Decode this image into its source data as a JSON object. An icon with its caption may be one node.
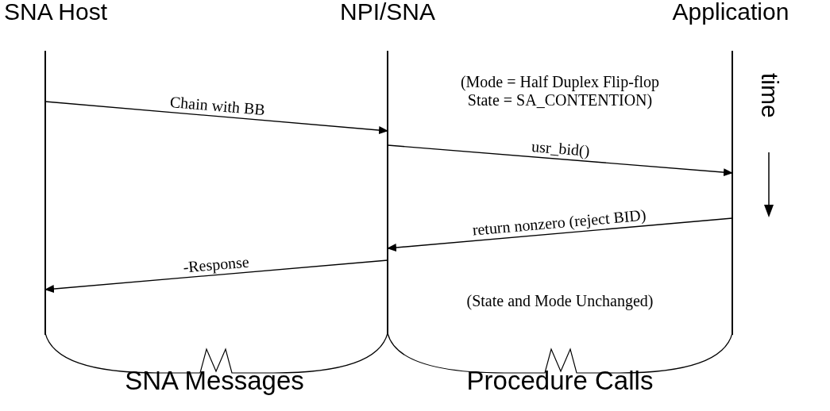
{
  "diagram": {
    "nodes": [
      {
        "text": [
          "SNA Host"
        ]
      },
      {
        "text": [
          "NPI/SNA"
        ]
      },
      {
        "text": [
          "Application"
        ]
      }
    ],
    "edges": [
      {
        "from": 0,
        "to": 1,
        "arrow": "to",
        "label": "Chain with BB"
      },
      {
        "from": 1,
        "to": 2,
        "arrow": "to",
        "label": "usr_bid()"
      },
      {
        "from": 2,
        "to": 1,
        "arrow": "to",
        "label": "return nonzero (reject BID)"
      },
      {
        "from": 1,
        "to": 0,
        "arrow": "to",
        "label": "-Response"
      }
    ],
    "labels": [
      "(Mode = Half Duplex Flip-flop State = SA_CONTENTION)",
      "time",
      "(State and Mode Unchanged)",
      "SNA Messages",
      "Procedure Calls"
    ]
  }
}
